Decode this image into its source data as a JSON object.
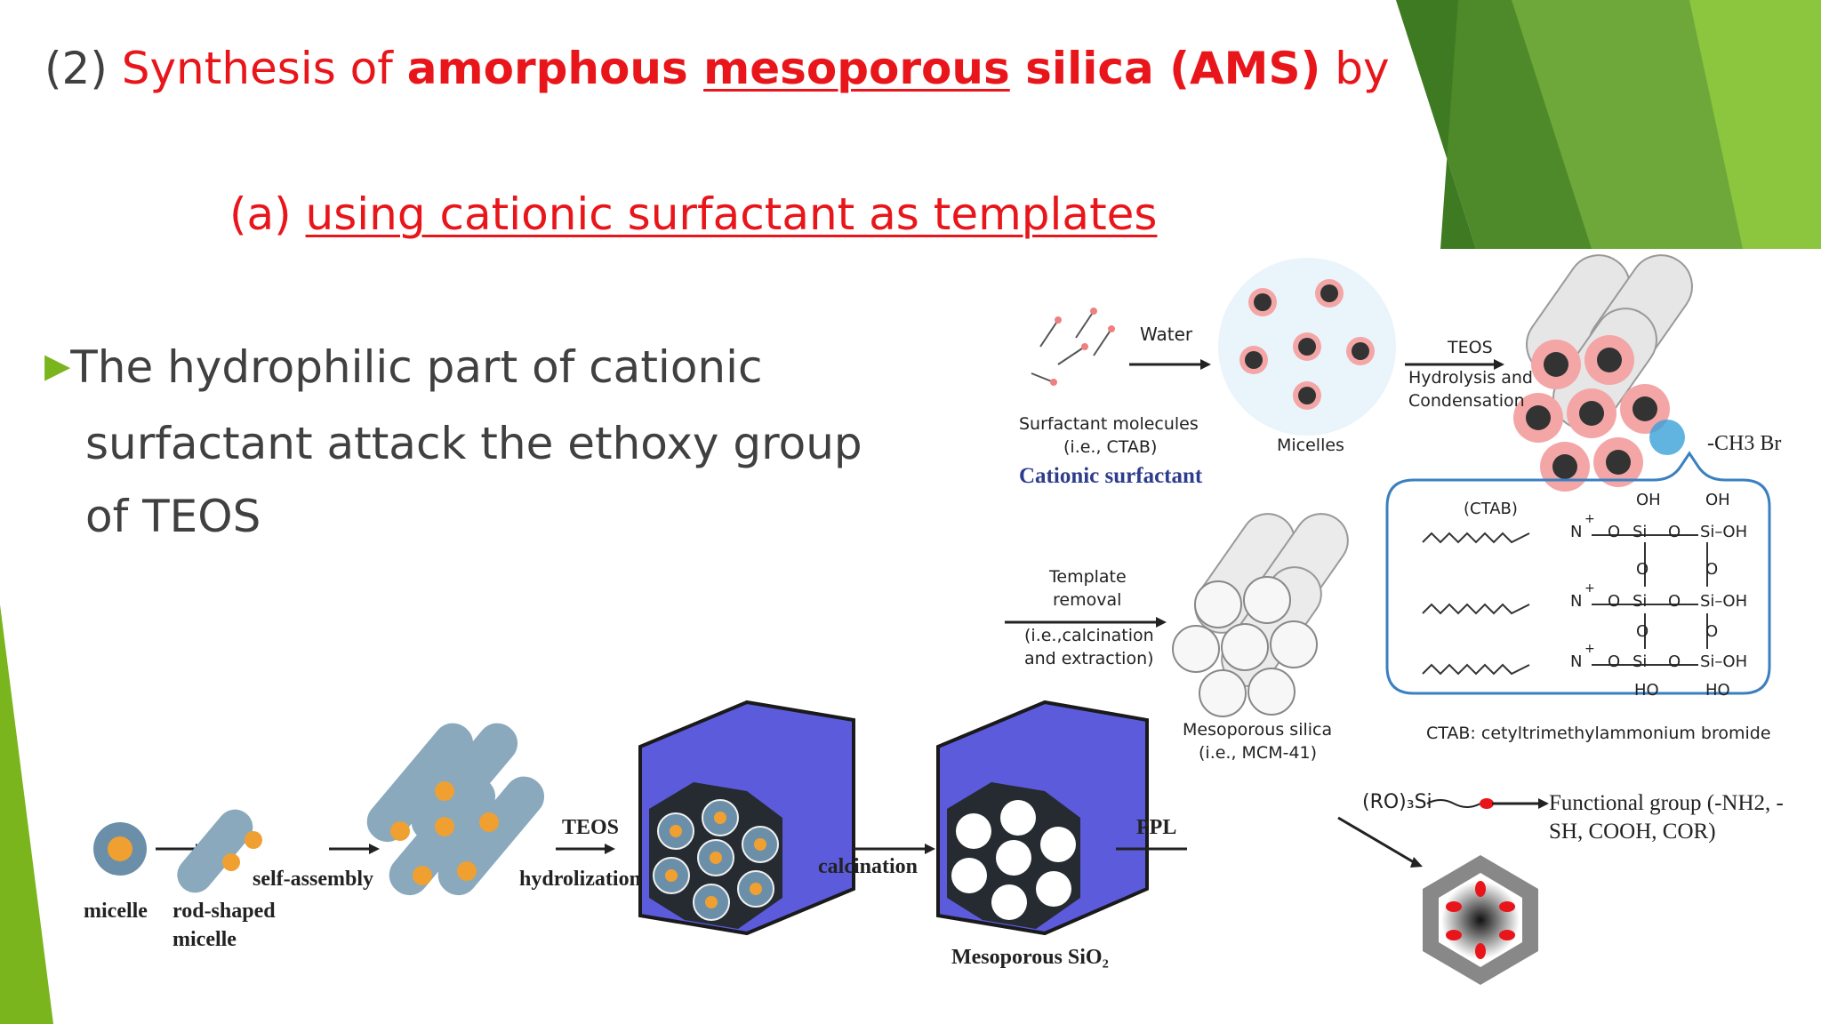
{
  "title": {
    "prefix": "(2) ",
    "plain": "Synthesis of ",
    "bold1": "amorphous ",
    "bold_underlined": "mesoporous",
    "bold2": " silica (AMS)",
    "suffix": " by"
  },
  "subtitle": {
    "prefix": "(a) ",
    "underlined": "using cationic surfactant as templates"
  },
  "bullet": {
    "line1": "The hydrophilic part of cationic",
    "line2": "surfactant attack the ethoxy group",
    "line3": "of TEOS"
  },
  "fig_top": {
    "water": "Water",
    "surfactant_label1": "Surfactant molecules",
    "surfactant_label2": "(i.e., CTAB)",
    "cationic": "Cationic surfactant",
    "micelles": "Micelles",
    "teos": "TEOS",
    "hydro1": "Hydrolysis and",
    "hydro2": "Condensation",
    "ch3br": "-CH3 Br",
    "template1": "Template",
    "template2": "removal",
    "calc1": "(i.e.,calcination",
    "calc2": "and extraction)",
    "meso1": "Mesoporous silica",
    "meso2": "(i.e., MCM-41)",
    "ctab_tag": "(CTAB)",
    "ctab_caption": "CTAB: cetyltrimethylammonium bromide",
    "oh": "OH",
    "ho": "HO",
    "si": "Si",
    "o": "O",
    "sioh": "Si–OH",
    "n": "N",
    "plus": "+"
  },
  "fig_bottom": {
    "micelle": "micelle",
    "rod1": "rod-shaped",
    "rod2": "micelle",
    "self_assembly": "self-assembly",
    "teos": "TEOS",
    "hydrolization": "hydrolization",
    "calcination": "calcination",
    "ppl": "PPL",
    "meso_sio2": "Mesoporous  SiO₂"
  },
  "fig_func": {
    "ro3si": "(RO)₃Si",
    "functional1": "Functional group (-NH2, -",
    "functional2": "SH, COOH, COR)"
  },
  "colors": {
    "accent_green": "#7ab51d",
    "dark_green": "#4e8a2a",
    "title_red": "#e8161b",
    "body_gray": "#404040",
    "navy": "#2d3c8c",
    "rod_blue": "#5b5bdc"
  }
}
